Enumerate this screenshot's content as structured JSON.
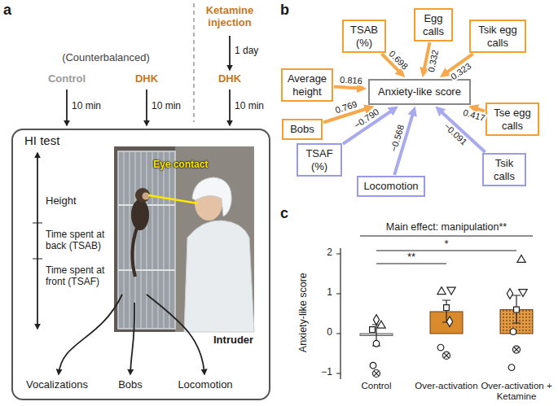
{
  "diagram": {
    "nodes": [
      {
        "text": [
          "HI test"
        ]
      },
      {
        "text": [
          "Egg calls"
        ]
      },
      {
        "text": [
          "TSAB (%)"
        ]
      },
      {
        "text": [
          "Tsik egg calls"
        ]
      },
      {
        "text": [
          "Average height"
        ]
      },
      {
        "text": [
          "Anxiety-like score"
        ]
      },
      {
        "text": [
          "Tse egg calls"
        ]
      },
      {
        "text": [
          "Bobs"
        ]
      },
      {
        "text": [
          "TSAF (%)"
        ]
      },
      {
        "text": [
          "Tsik calls"
        ]
      },
      {
        "text": [
          "Locomotion"
        ]
      }
    ],
    "edges": [
      {
        "from": 1,
        "to": 5,
        "label": "0.332",
        "arrow": "to"
      },
      {
        "from": 2,
        "to": 5,
        "label": "0.698",
        "arrow": "to"
      },
      {
        "from": 3,
        "to": 5,
        "label": "0.323",
        "arrow": "to"
      },
      {
        "from": 4,
        "to": 5,
        "label": "0.816",
        "arrow": "to"
      },
      {
        "from": 6,
        "to": 5,
        "label": "0.417",
        "arrow": "to"
      },
      {
        "from": 7,
        "to": 5,
        "label": "0.769",
        "arrow": "to"
      },
      {
        "from": 8,
        "to": 5,
        "label": "−0.790",
        "arrow": "to"
      },
      {
        "from": 9,
        "to": 5,
        "label": "−0.091",
        "arrow": "to"
      },
      {
        "from": 10,
        "to": 5,
        "label": "−0.568",
        "arrow": "to"
      }
    ],
    "labels": [
      "a",
      "b",
      "c",
      "Ketamine injection",
      "(Counterbalanced)",
      "Control",
      "DHK",
      "DHK",
      "1 day",
      "10 min",
      "10 min",
      "10 min",
      "Height",
      "Time spent at back (TSAB)",
      "Time spent at front (TSAF)",
      "Eye contact",
      "Intruder",
      "Vocalizations",
      "Bobs",
      "Locomotion",
      "Main effect: manipulation**",
      "*",
      "**",
      "2",
      "1",
      "0",
      "−1",
      "Anxiety-like score",
      "Control",
      "Over-activation",
      "Over-activation + Ketamine"
    ]
  }
}
